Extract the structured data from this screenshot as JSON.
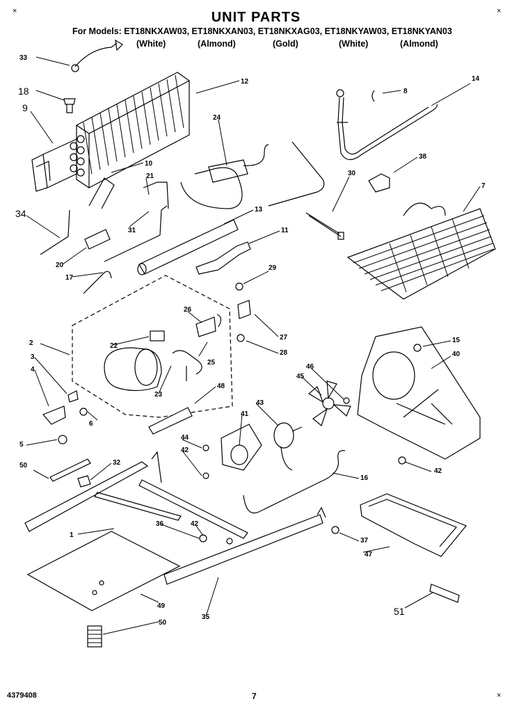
{
  "header": {
    "title": "UNIT PARTS",
    "models_line": "For Models: ET18NKXAW03, ET18NKXAN03, ET18NKXAG03, ET18NKYAW03, ET18NKYAN03",
    "colors": [
      "(White)",
      "(Almond)",
      "(Gold)",
      "(White)",
      "(Almond)"
    ]
  },
  "footer": {
    "doc_number": "4379408",
    "page_number": "7"
  },
  "callouts": [
    "33",
    "18",
    "9",
    "12",
    "14",
    "8",
    "24",
    "10",
    "21",
    "38",
    "34",
    "30",
    "7",
    "13",
    "11",
    "31",
    "20",
    "17",
    "29",
    "26",
    "27",
    "2",
    "22",
    "28",
    "15",
    "40",
    "3",
    "25",
    "4",
    "23",
    "46",
    "45",
    "48",
    "6",
    "43",
    "41",
    "44",
    "42",
    "5",
    "42",
    "50",
    "32",
    "16",
    "1",
    "36",
    "42",
    "37",
    "47",
    "35",
    "49",
    "51",
    "50"
  ]
}
